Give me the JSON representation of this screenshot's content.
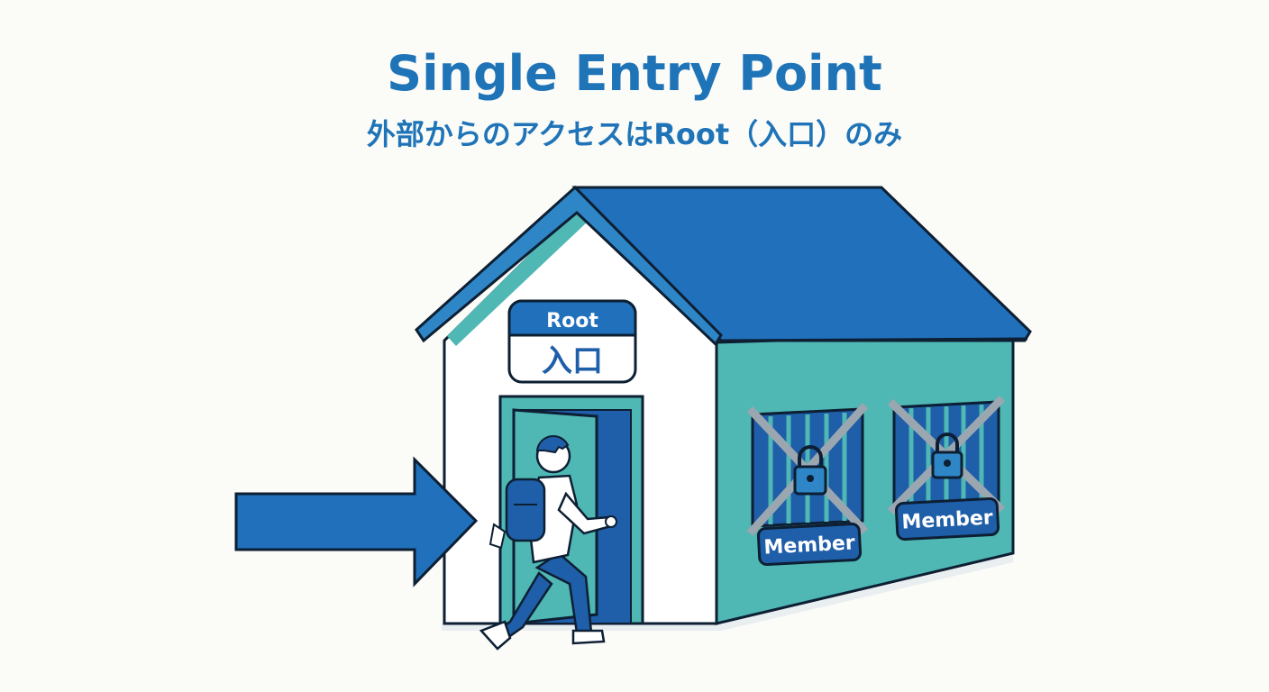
{
  "title": "Single Entry Point",
  "subtitle": "外部からのアクセスはRoot（入口）のみ",
  "root_sign": {
    "label": "Root",
    "text": "入口"
  },
  "members": [
    {
      "label": "Member",
      "locked": true
    },
    {
      "label": "Member",
      "locked": true
    }
  ],
  "colors": {
    "primary_blue": "#2070bb",
    "teal": "#4fb7b4",
    "dark_navy": "#0d1f33",
    "title_blue": "#1f74b8"
  },
  "icons": [
    "entry-arrow",
    "padlock-icon",
    "person-walking"
  ]
}
